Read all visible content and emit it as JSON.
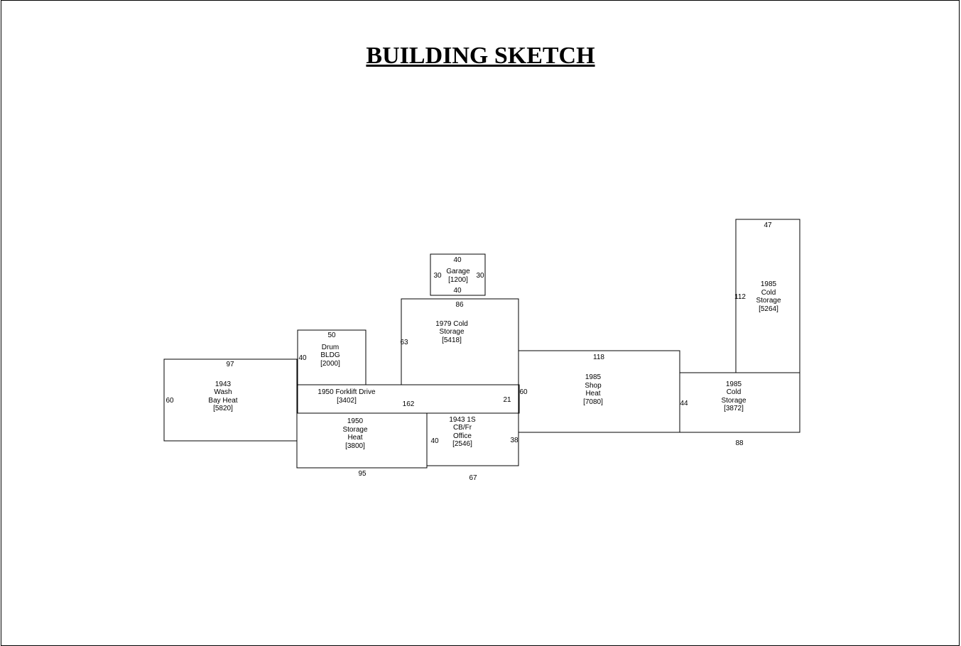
{
  "title": "BUILDING SKETCH",
  "sections": [
    {
      "id": "wash-bay",
      "lines": [
        "1943",
        "Wash",
        "Bay Heat",
        "[5820]"
      ],
      "dims": [
        "97",
        "60"
      ]
    },
    {
      "id": "drum-bldg",
      "lines": [
        "Drum",
        "BLDG",
        "[2000]"
      ],
      "dims": [
        "50",
        "40"
      ]
    },
    {
      "id": "forklift-drive",
      "lines": [
        "1950 Forklift Drive",
        "[3402]"
      ],
      "dims": [
        "162",
        "21"
      ]
    },
    {
      "id": "storage-heat",
      "lines": [
        "1950",
        "Storage",
        "Heat",
        "[3800]"
      ],
      "dims": [
        "95"
      ]
    },
    {
      "id": "cbfr-office",
      "lines": [
        "1943 1S",
        "CB/Fr",
        "Office",
        "[2546]"
      ],
      "dims": [
        "40",
        "38",
        "67"
      ]
    },
    {
      "id": "garage",
      "lines": [
        "Garage",
        "[1200]"
      ],
      "dims": [
        "40",
        "30",
        "30",
        "40"
      ]
    },
    {
      "id": "cold-storage-1979",
      "lines": [
        "1979 Cold",
        "Storage",
        "[5418]"
      ],
      "dims": [
        "86",
        "63"
      ]
    },
    {
      "id": "shop-heat",
      "lines": [
        "1985",
        "Shop",
        "Heat",
        "[7080]"
      ],
      "dims": [
        "118",
        "60"
      ]
    },
    {
      "id": "cold-storage-1985-low",
      "lines": [
        "1985",
        "Cold",
        "Storage",
        "[3872]"
      ],
      "dims": [
        "44",
        "88"
      ]
    },
    {
      "id": "cold-storage-1985-tall",
      "lines": [
        "1985",
        "Cold",
        "Storage",
        "[5264]"
      ],
      "dims": [
        "47",
        "112"
      ]
    }
  ]
}
